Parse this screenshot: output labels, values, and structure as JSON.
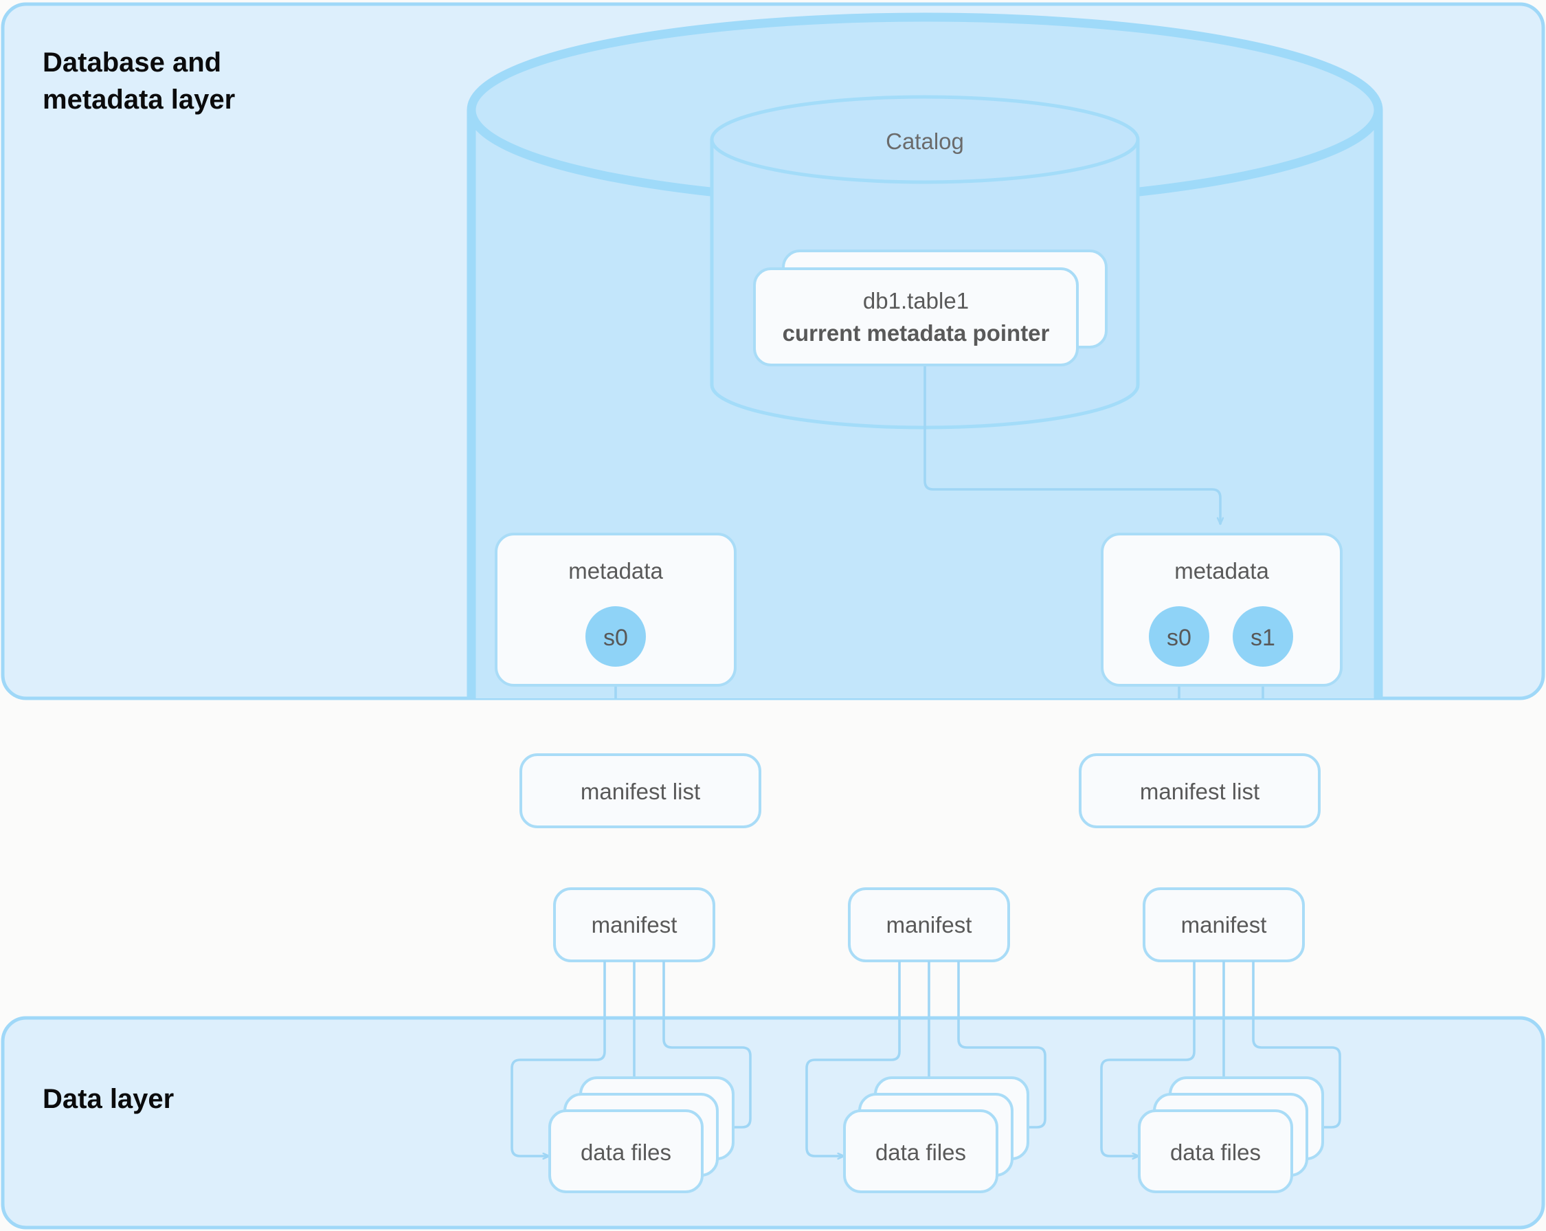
{
  "diagram": {
    "title_domain": "Apache Iceberg table architecture",
    "colors": {
      "panel_fill": "#ddeffc",
      "panel_stroke": "#9fd8f8",
      "page_bg": "#fbfbfa",
      "cylinder_fill": "#c3e6fb",
      "cylinder_stroke": "#9fdaf9",
      "card_fill": "#f9fbfd",
      "card_stroke": "#a9dcf7",
      "connector": "#9fd6f5",
      "snapshot_circle": "#8fd3f7",
      "text_dark": "#0b0b0c",
      "text_grey": "#585858"
    },
    "layers": [
      {
        "id": "database-metadata-layer",
        "label_lines": [
          "Database and",
          "metadata layer"
        ]
      },
      {
        "id": "data-layer",
        "label_lines": [
          "Data layer"
        ]
      }
    ],
    "catalog": {
      "label": "Catalog"
    },
    "table_pointer": {
      "line1": "db1.table1",
      "line2": "current metadata pointer",
      "stacked": true
    },
    "metadata_nodes": [
      {
        "id": "metadata-left",
        "label": "metadata",
        "snapshots": [
          "s0"
        ]
      },
      {
        "id": "metadata-right",
        "label": "metadata",
        "snapshots": [
          "s0",
          "s1"
        ]
      }
    ],
    "manifest_lists": [
      {
        "id": "manifest-list-left",
        "label": "manifest list"
      },
      {
        "id": "manifest-list-right",
        "label": "manifest list"
      }
    ],
    "manifests": [
      {
        "id": "manifest-1",
        "label": "manifest"
      },
      {
        "id": "manifest-2",
        "label": "manifest"
      },
      {
        "id": "manifest-3",
        "label": "manifest"
      }
    ],
    "data_file_groups": [
      {
        "id": "data-files-1",
        "label": "data files",
        "stack_count": 3
      },
      {
        "id": "data-files-2",
        "label": "data files",
        "stack_count": 3
      },
      {
        "id": "data-files-3",
        "label": "data files",
        "stack_count": 3
      }
    ]
  }
}
